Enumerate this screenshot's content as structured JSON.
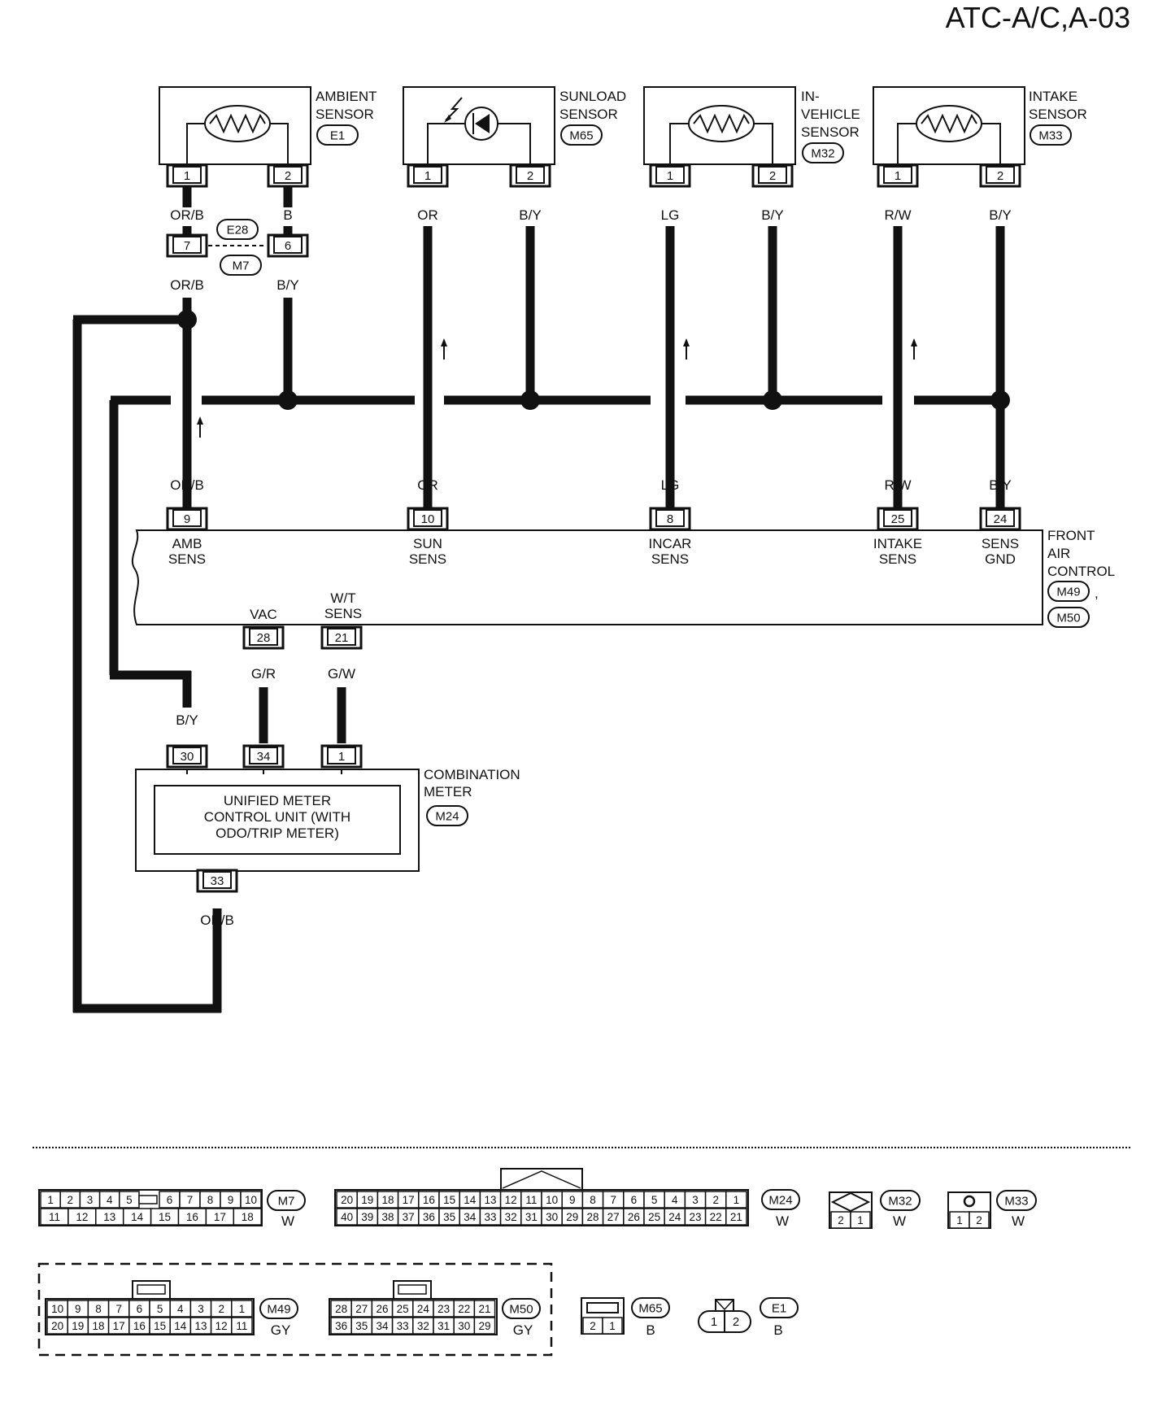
{
  "page_title": "ATC-A/C,A-03",
  "sensors": [
    {
      "name_lines": [
        "AMBIENT",
        "SENSOR"
      ],
      "connector": "E1",
      "pins": [
        "1",
        "2"
      ],
      "colors": [
        "OR/B",
        "B"
      ]
    },
    {
      "name_lines": [
        "SUNLOAD",
        "SENSOR"
      ],
      "connector": "M65",
      "pins": [
        "1",
        "2"
      ],
      "colors": [
        "OR",
        "B/Y"
      ]
    },
    {
      "name_lines": [
        "IN-",
        "VEHICLE",
        "SENSOR"
      ],
      "connector": "M32",
      "pins": [
        "1",
        "2"
      ],
      "colors": [
        "LG",
        "B/Y"
      ]
    },
    {
      "name_lines": [
        "INTAKE",
        "SENSOR"
      ],
      "connector": "M33",
      "pins": [
        "1",
        "2"
      ],
      "colors": [
        "R/W",
        "B/Y"
      ]
    }
  ],
  "joint": {
    "connector_top": "E28",
    "connector_bottom": "M7",
    "pins": [
      "7",
      "6"
    ],
    "colors_below": [
      "OR/B",
      "B/Y"
    ]
  },
  "front_air_control": {
    "name_lines": [
      "FRONT",
      "AIR",
      "CONTROL"
    ],
    "connectors": [
      "M49",
      "M50"
    ],
    "separator": ",",
    "top_pins": [
      {
        "pin": "9",
        "color": "OR/B",
        "label_lines": [
          "AMB",
          "SENS"
        ]
      },
      {
        "pin": "10",
        "color": "OR",
        "label_lines": [
          "SUN",
          "SENS"
        ]
      },
      {
        "pin": "8",
        "color": "LG",
        "label_lines": [
          "INCAR",
          "SENS"
        ]
      },
      {
        "pin": "25",
        "color": "R/W",
        "label_lines": [
          "INTAKE",
          "SENS"
        ]
      },
      {
        "pin": "24",
        "color": "B/Y",
        "label_lines": [
          "SENS",
          "GND"
        ]
      }
    ],
    "bottom_pins": [
      {
        "pin": "28",
        "color": "G/R",
        "label_lines": [
          "VAC"
        ]
      },
      {
        "pin": "21",
        "color": "G/W",
        "label_lines": [
          "W/T",
          "SENS"
        ]
      }
    ]
  },
  "combination_meter": {
    "name_lines": [
      "COMBINATION",
      "METER"
    ],
    "connector": "M24",
    "inner_lines": [
      "UNIFIED METER",
      "CONTROL UNIT (WITH",
      "ODO/TRIP METER)"
    ],
    "top_pins": [
      {
        "pin": "30",
        "color": "B/Y"
      },
      {
        "pin": "34"
      },
      {
        "pin": "1"
      }
    ],
    "bottom_pin": {
      "pin": "33",
      "color": "OR/B"
    }
  },
  "connector_views": {
    "m7": {
      "id": "M7",
      "color": "W",
      "row1": [
        "1",
        "2",
        "3",
        "4",
        "5",
        "6",
        "7",
        "8",
        "9",
        "10"
      ],
      "row2": [
        "11",
        "12",
        "13",
        "14",
        "15",
        "16",
        "17",
        "18"
      ]
    },
    "m24": {
      "id": "M24",
      "color": "W",
      "row1": [
        "20",
        "19",
        "18",
        "17",
        "16",
        "15",
        "14",
        "13",
        "12",
        "11",
        "10",
        "9",
        "8",
        "7",
        "6",
        "5",
        "4",
        "3",
        "2",
        "1"
      ],
      "row2": [
        "40",
        "39",
        "38",
        "37",
        "36",
        "35",
        "34",
        "33",
        "32",
        "31",
        "30",
        "29",
        "28",
        "27",
        "26",
        "25",
        "24",
        "23",
        "22",
        "21"
      ]
    },
    "m32": {
      "id": "M32",
      "color": "W",
      "pins": [
        "2",
        "1"
      ]
    },
    "m33": {
      "id": "M33",
      "color": "W",
      "pins": [
        "1",
        "2"
      ]
    },
    "m49": {
      "id": "M49",
      "color": "GY",
      "row1": [
        "10",
        "9",
        "8",
        "7",
        "6",
        "5",
        "4",
        "3",
        "2",
        "1"
      ],
      "row2": [
        "20",
        "19",
        "18",
        "17",
        "16",
        "15",
        "14",
        "13",
        "12",
        "11"
      ]
    },
    "m50": {
      "id": "M50",
      "color": "GY",
      "row1": [
        "28",
        "27",
        "26",
        "25",
        "24",
        "23",
        "22",
        "21"
      ],
      "row2": [
        "36",
        "35",
        "34",
        "33",
        "32",
        "31",
        "30",
        "29"
      ]
    },
    "m65": {
      "id": "M65",
      "color": "B",
      "pins": [
        "2",
        "1"
      ]
    },
    "e1": {
      "id": "E1",
      "color": "B",
      "pins": [
        "1",
        "2"
      ]
    }
  },
  "icons": [
    "thermistor-icon",
    "photodiode-icon",
    "arrow-up-icon",
    "splice-dot-icon",
    "shield-line-icon"
  ]
}
